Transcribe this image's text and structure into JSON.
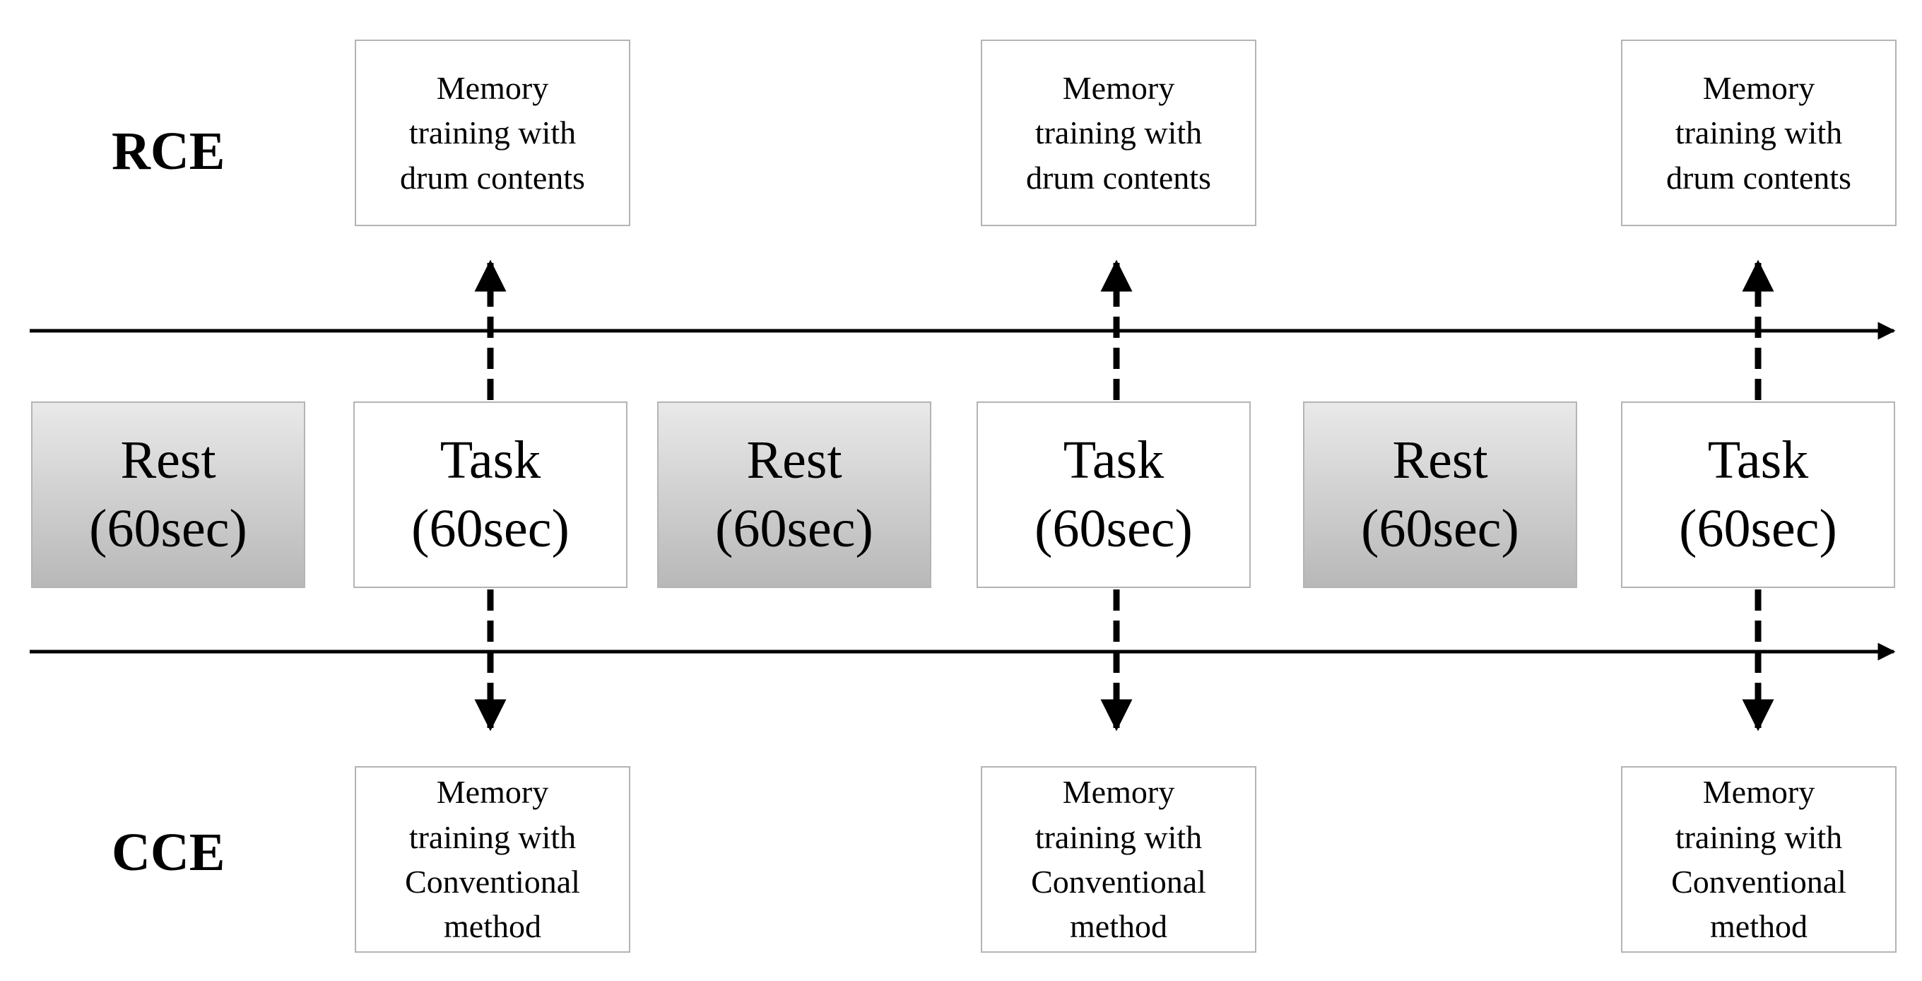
{
  "groups": {
    "top_label": "RCE",
    "bottom_label": "CCE"
  },
  "blocks": [
    {
      "kind": "Rest",
      "duration": "(60sec)"
    },
    {
      "kind": "Task",
      "duration": "(60sec)"
    },
    {
      "kind": "Rest",
      "duration": "(60sec)"
    },
    {
      "kind": "Task",
      "duration": "(60sec)"
    },
    {
      "kind": "Rest",
      "duration": "(60sec)"
    },
    {
      "kind": "Task",
      "duration": "(60sec)"
    }
  ],
  "rce_notes": [
    {
      "lines": [
        "Memory",
        "training with",
        "drum contents"
      ]
    },
    {
      "lines": [
        "Memory",
        "training with",
        "drum contents"
      ]
    },
    {
      "lines": [
        "Memory",
        "training with",
        "drum contents"
      ]
    }
  ],
  "cce_notes": [
    {
      "lines": [
        "Memory",
        "training with",
        "Conventional",
        "method"
      ]
    },
    {
      "lines": [
        "Memory",
        "training with",
        "Conventional",
        "method"
      ]
    },
    {
      "lines": [
        "Memory",
        "training with",
        "Conventional",
        "method"
      ]
    }
  ],
  "colors": {
    "rest_fill_top": "#e9e9e9",
    "rest_fill_bottom": "#b8b8b8",
    "box_border": "#b4b4b4",
    "line": "#000000"
  }
}
